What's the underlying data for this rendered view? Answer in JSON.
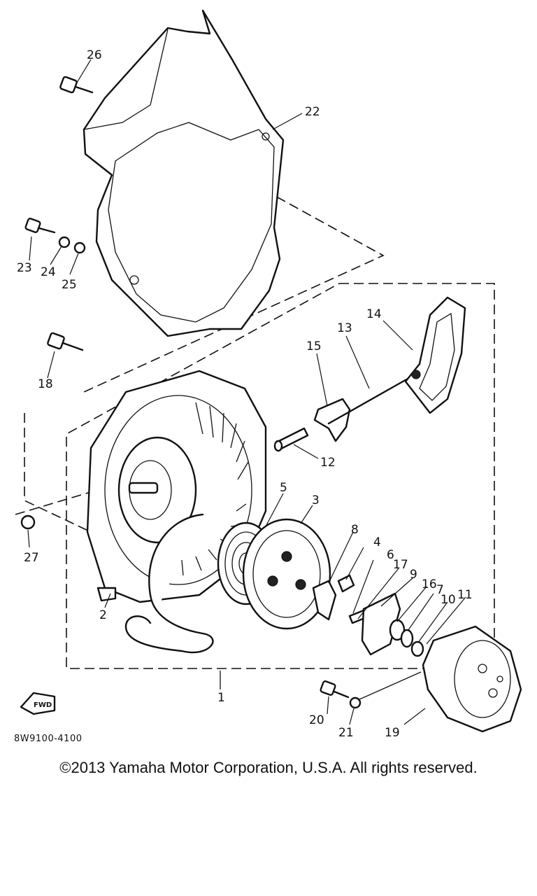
{
  "diagram": {
    "code": "8W9100-4100",
    "fwd_label": "FWD",
    "parts": [
      {
        "id": "26",
        "label": "26"
      },
      {
        "id": "22",
        "label": "22"
      },
      {
        "id": "23",
        "label": "23"
      },
      {
        "id": "24",
        "label": "24"
      },
      {
        "id": "25",
        "label": "25"
      },
      {
        "id": "18",
        "label": "18"
      },
      {
        "id": "15",
        "label": "15"
      },
      {
        "id": "13",
        "label": "13"
      },
      {
        "id": "14",
        "label": "14"
      },
      {
        "id": "12",
        "label": "12"
      },
      {
        "id": "5",
        "label": "5"
      },
      {
        "id": "3",
        "label": "3"
      },
      {
        "id": "8",
        "label": "8"
      },
      {
        "id": "4",
        "label": "4"
      },
      {
        "id": "6",
        "label": "6"
      },
      {
        "id": "17",
        "label": "17"
      },
      {
        "id": "9",
        "label": "9"
      },
      {
        "id": "16",
        "label": "16"
      },
      {
        "id": "7",
        "label": "7"
      },
      {
        "id": "10",
        "label": "10"
      },
      {
        "id": "11",
        "label": "11"
      },
      {
        "id": "27",
        "label": "27"
      },
      {
        "id": "2",
        "label": "2"
      },
      {
        "id": "1",
        "label": "1"
      },
      {
        "id": "20",
        "label": "20"
      },
      {
        "id": "21",
        "label": "21"
      },
      {
        "id": "19",
        "label": "19"
      }
    ]
  },
  "footer": {
    "copyright": "©2013 Yamaha Motor Corporation, U.S.A. All rights reserved."
  }
}
